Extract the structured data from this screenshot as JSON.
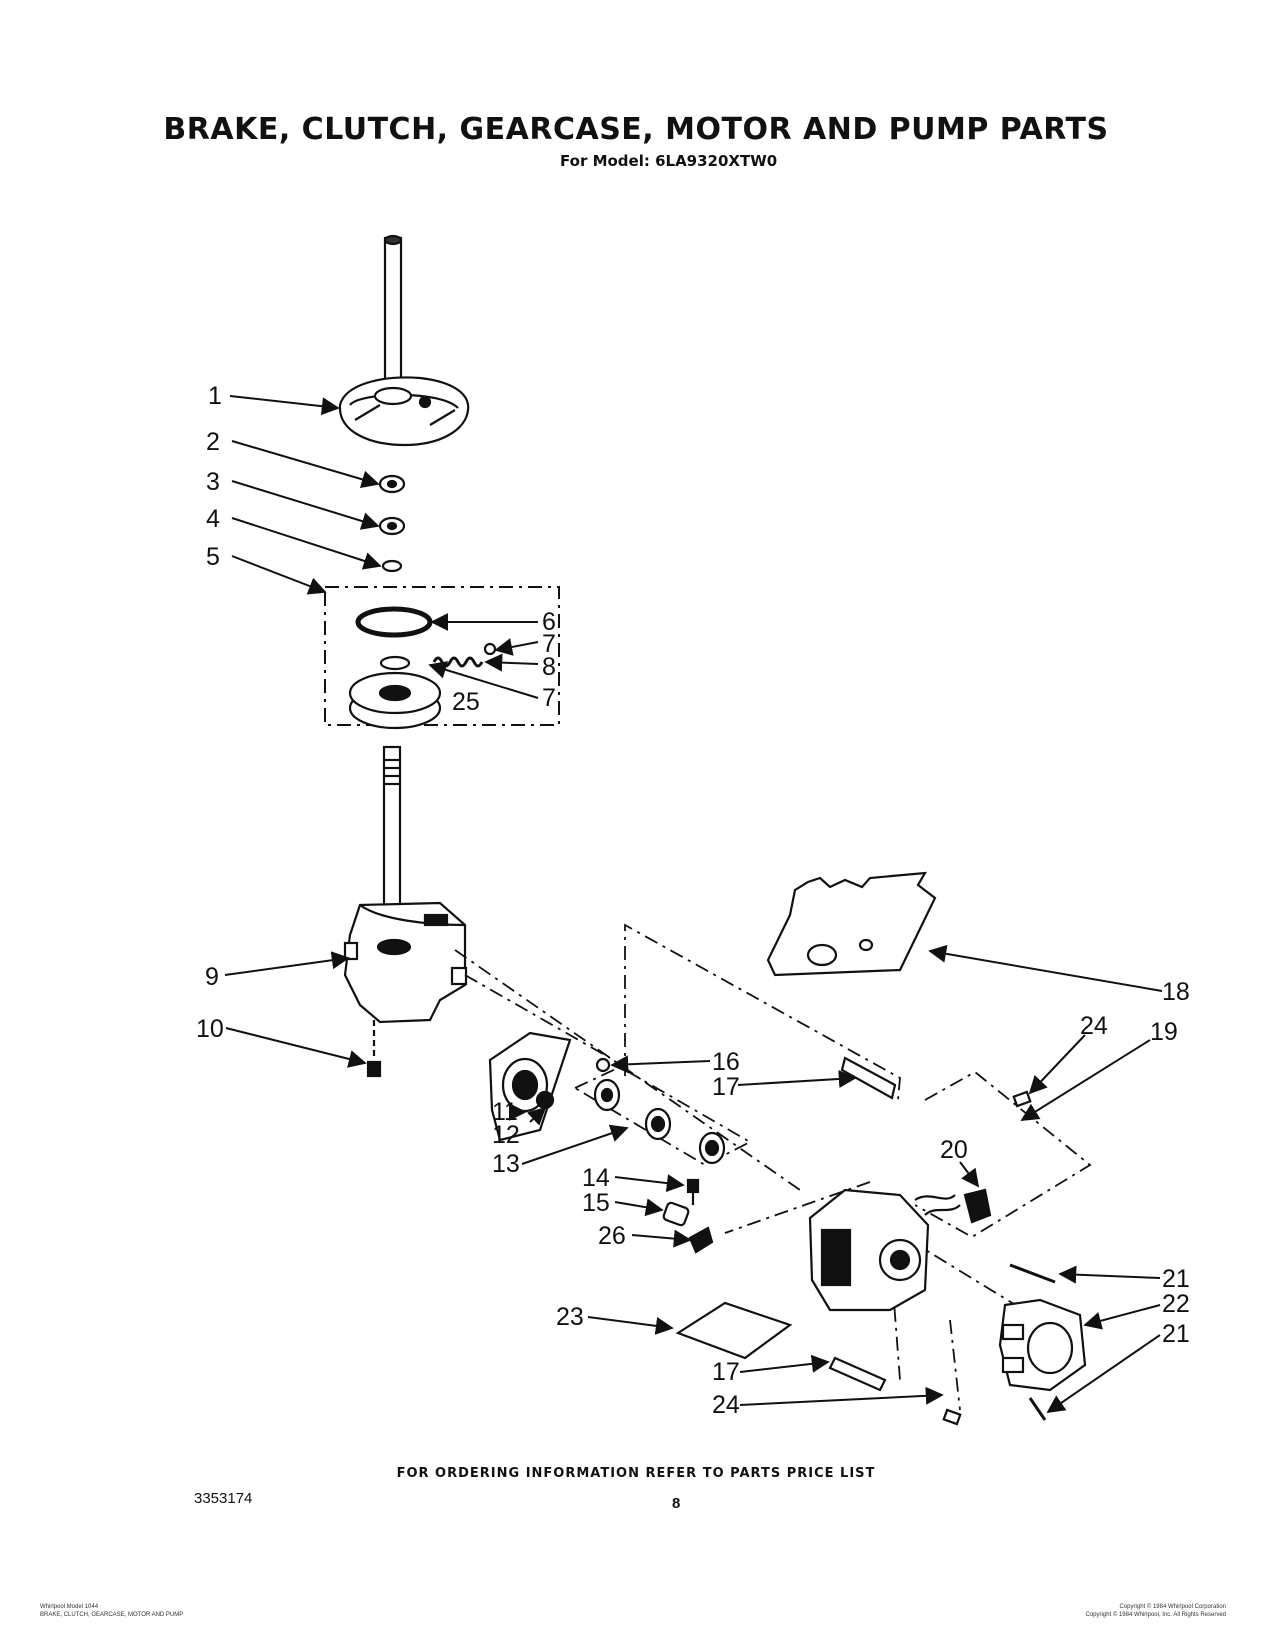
{
  "header": {
    "title": "BRAKE, CLUTCH, GEARCASE, MOTOR AND  PUMP PARTS",
    "model_line": "For Model: 6LA9320XTW0"
  },
  "callouts": [
    {
      "id": "c1",
      "label": "1"
    },
    {
      "id": "c2",
      "label": "2"
    },
    {
      "id": "c3",
      "label": "3"
    },
    {
      "id": "c4",
      "label": "4"
    },
    {
      "id": "c5",
      "label": "5"
    },
    {
      "id": "c6",
      "label": "6"
    },
    {
      "id": "c7a",
      "label": "7"
    },
    {
      "id": "c8",
      "label": "8"
    },
    {
      "id": "c7b",
      "label": "7"
    },
    {
      "id": "c25",
      "label": "25"
    },
    {
      "id": "c9",
      "label": "9"
    },
    {
      "id": "c10",
      "label": "10"
    },
    {
      "id": "c11",
      "label": "11"
    },
    {
      "id": "c12",
      "label": "12"
    },
    {
      "id": "c13",
      "label": "13"
    },
    {
      "id": "c14",
      "label": "14"
    },
    {
      "id": "c15",
      "label": "15"
    },
    {
      "id": "c26",
      "label": "26"
    },
    {
      "id": "c16",
      "label": "16"
    },
    {
      "id": "c17a",
      "label": "17"
    },
    {
      "id": "c18",
      "label": "18"
    },
    {
      "id": "c24a",
      "label": "24"
    },
    {
      "id": "c19",
      "label": "19"
    },
    {
      "id": "c20",
      "label": "20"
    },
    {
      "id": "c21a",
      "label": "21"
    },
    {
      "id": "c22",
      "label": "22"
    },
    {
      "id": "c21b",
      "label": "21"
    },
    {
      "id": "c23",
      "label": "23"
    },
    {
      "id": "c17b",
      "label": "17"
    },
    {
      "id": "c24b",
      "label": "24"
    }
  ],
  "footer": {
    "ordering_note": "FOR ORDERING INFORMATION REFER TO PARTS PRICE LIST",
    "doc_number": "3353174",
    "page_number": "8",
    "fine_left_1": "Whirlpool Model 1044",
    "fine_left_2": "BRAKE, CLUTCH, GEARCASE, MOTOR AND PUMP",
    "fine_right_1": "Copyright © 1984 Whirlpool Corporation",
    "fine_right_2": "Copyright © 1984 Whirlpool, Inc. All Rights Reserved"
  }
}
